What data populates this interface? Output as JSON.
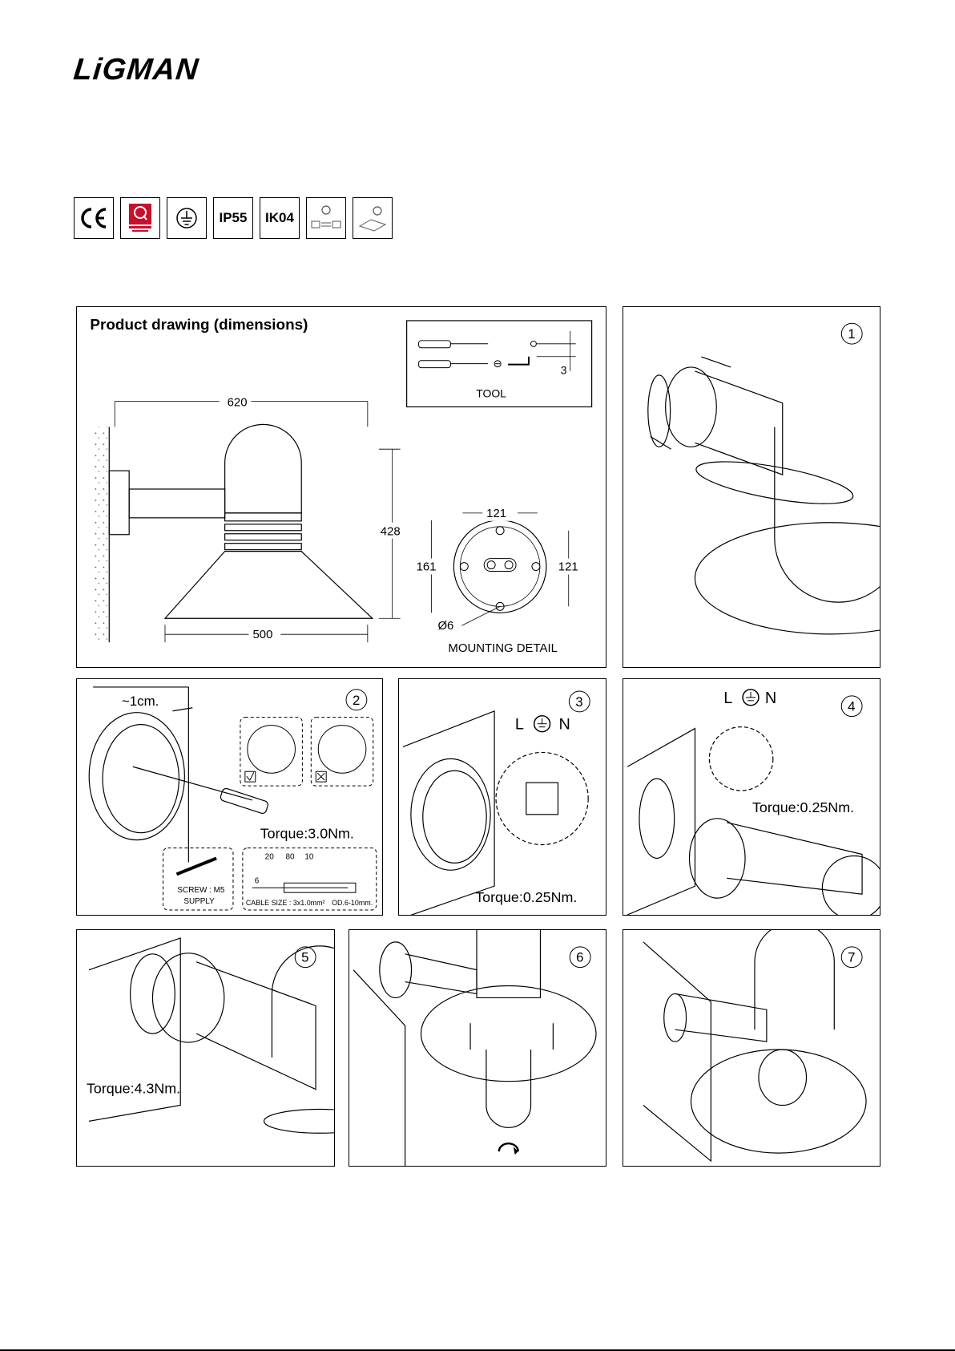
{
  "brand": "LiGMAN",
  "certifications": [
    "CE",
    "QUALITY",
    "earth-ground",
    "IP55",
    "IK04",
    "mounting-A",
    "mounting-B"
  ],
  "product_drawing": {
    "title": "Product drawing (dimensions)",
    "tool_label": "TOOL",
    "tool_dim": "3",
    "width": "620",
    "height": "428",
    "shade_width": "500",
    "mount_w": "121",
    "mount_h": "121",
    "mount_dia": "161",
    "hole": "Ø6",
    "mounting_label": "MOUNTING DETAIL"
  },
  "steps": [
    {
      "num": "1"
    },
    {
      "num": "2",
      "gap": "~1cm.",
      "torque": "Torque:3.0Nm.",
      "screw": "SCREW : M5",
      "supply": "SUPPLY",
      "cable_dims": [
        "20",
        "80",
        "10",
        "6"
      ],
      "cable": "CABLE SIZE : 3x1.0mm²",
      "od": "OD.6-10mm."
    },
    {
      "num": "3",
      "wiring": [
        "L",
        "N"
      ],
      "torque": "Torque:0.25Nm."
    },
    {
      "num": "4",
      "wiring": [
        "L",
        "N"
      ],
      "torque": "Torque:0.25Nm."
    },
    {
      "num": "5",
      "torque": "Torque:4.3Nm."
    },
    {
      "num": "6"
    },
    {
      "num": "7"
    }
  ]
}
